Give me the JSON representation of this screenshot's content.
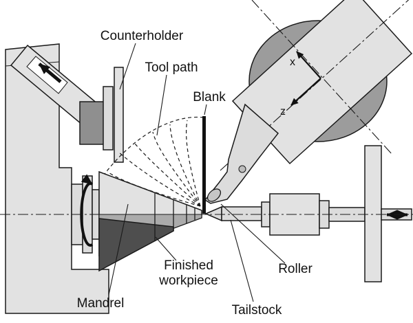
{
  "labels": {
    "counterholder": "Counterholder",
    "tool_path": "Tool path",
    "blank": "Blank",
    "mandrel": "Mandrel",
    "finished_line1": "Finished",
    "finished_line2": "workpiece",
    "tailstock": "Tailstock",
    "roller": "Roller"
  },
  "axes": {
    "x": "x",
    "z": "z"
  },
  "colors": {
    "outline": "#1a1a1a",
    "machine_light": "#e2e2e2",
    "machine_mid": "#9c9c9c",
    "cone_shade": "#ababab",
    "workpiece_dark": "#4e4e4e",
    "counterholder_block": "#8f8f8f",
    "background": "#ffffff"
  }
}
